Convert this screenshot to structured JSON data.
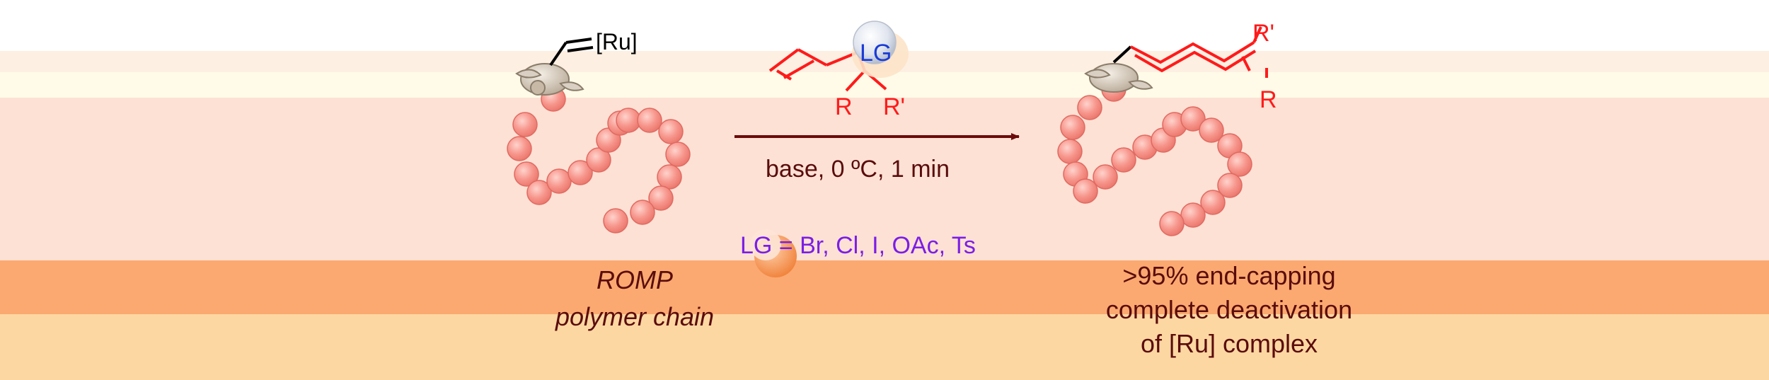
{
  "reactant": {
    "metal_label": "[Ru]",
    "caption_line1": "ROMP",
    "caption_line2": "polymer chain"
  },
  "reagent": {
    "leaving_group": "LG",
    "substituent_r": "R",
    "substituent_r_prime": "R'",
    "conditions": "base, 0 ºC, 1 min",
    "lg_options": "LG = Br, Cl, I, OAc, Ts"
  },
  "product": {
    "substituent_r_prime": "R'",
    "substituent_r": "R",
    "caption_line1": ">95% end-capping",
    "caption_line2": "complete deactivation",
    "caption_line3": "of [Ru] complex"
  },
  "colors": {
    "bead_fill": "#f58a80",
    "bead_stroke": "#e06a62",
    "arrow": "#6b0b0b",
    "reagent_red": "#ff1a1a",
    "lg_blue": "#1a3bd6",
    "lg_options_purple": "#7b1ee6",
    "caption_dark_red": "#5a0c0c",
    "band_pink": "#fde1d4",
    "band_orange": "#fba970",
    "band_peach": "#fdd7a2"
  }
}
